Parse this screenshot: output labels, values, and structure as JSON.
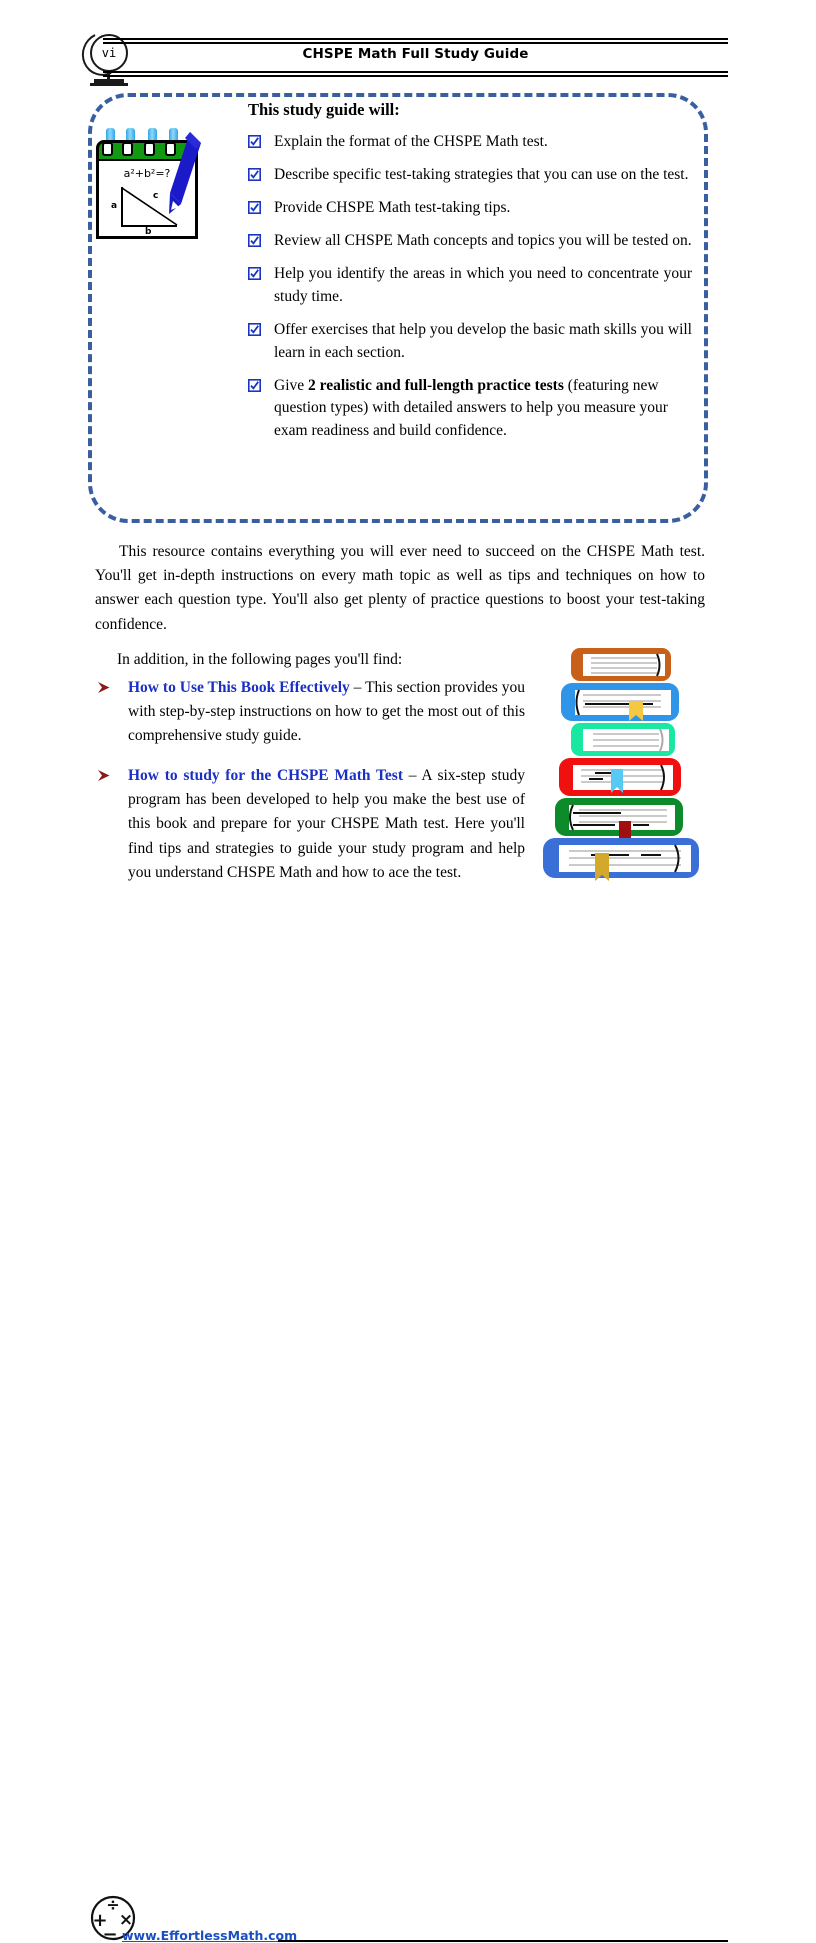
{
  "header": {
    "page_number": "vi",
    "title": "CHSPE Math Full Study Guide",
    "globe_icon": "globe-icon"
  },
  "callout": {
    "heading": "This study guide will:",
    "checkbox_icon": "checkbox-checked-icon",
    "border_color": "#3a5fa0",
    "items": [
      {
        "text": "Explain the format of the CHSPE Math test.",
        "bold_part": "",
        "rest": ""
      },
      {
        "text": "Describe specific test-taking strategies that you can use on the test.",
        "bold_part": "",
        "rest": ""
      },
      {
        "text": "Provide CHSPE Math test-taking tips.",
        "bold_part": "",
        "rest": ""
      },
      {
        "text": "Review all CHSPE Math concepts and topics you will be tested on.",
        "bold_part": "",
        "rest": ""
      },
      {
        "text": "Help you identify the areas in which you need to concentrate your study time.",
        "bold_part": "",
        "rest": ""
      },
      {
        "text": "Offer exercises that help you develop the basic math skills you will learn in each section.",
        "bold_part": "",
        "rest": ""
      },
      {
        "text": "",
        "prefix": "Give ",
        "bold_part": "2 realistic and full-length practice tests",
        "rest": " (featuring new question types) with detailed answers to help you measure your exam readiness and build confidence."
      }
    ]
  },
  "notepad": {
    "equation": "a²+b²=?",
    "label_a": "a",
    "label_b": "b",
    "label_c": "c",
    "top_color": "#119911",
    "ring_color": "#2ea6e8",
    "pencil_color": "#1a1ac8"
  },
  "body": {
    "paragraph_1": "This resource contains everything you will ever need to succeed on the CHSPE Math test. You'll get in-depth instructions on every math topic as well as tips and techniques on how to answer each question type. You'll also get plenty of practice questions to boost your test-taking confidence.",
    "paragraph_2": "In addition, in the following pages you'll find:",
    "bullet_icon": "arrow-bullet-icon",
    "bullets": [
      {
        "link_text": "How to Use This Book Effectively",
        "description": " – This section provides you with step-by-step instructions on how to get the most out of this comprehensive study guide."
      },
      {
        "link_text": "How to study for the CHSPE Math Test",
        "description": " – A six-step study program has been developed to help you make the best use of this book and prepare for your CHSPE Math test. Here you'll find tips and strategies to guide your study program and help you understand CHSPE Math and how to ace the test."
      }
    ],
    "link_color": "#1a2fc4",
    "bullet_color": "#8b1a1a"
  },
  "books_illustration": {
    "name": "book-stack-illustration",
    "books": [
      {
        "cover": "#c8601a",
        "bookmark": ""
      },
      {
        "cover": "#2e95e8",
        "bookmark": "#f5c842"
      },
      {
        "cover": "#18e8a0",
        "bookmark": ""
      },
      {
        "cover": "#f01010",
        "bookmark": "#58c8f5"
      },
      {
        "cover": "#0d8a2a",
        "bookmark": "#a01010"
      },
      {
        "cover": "#3a6fd8",
        "bookmark": "#d4a82a"
      }
    ]
  },
  "footer": {
    "link": "www.EffortlessMath.com",
    "link_color": "#1a4fc4",
    "icon": "math-symbols-icon",
    "symbols": [
      "+",
      "÷",
      "×",
      "−"
    ]
  }
}
